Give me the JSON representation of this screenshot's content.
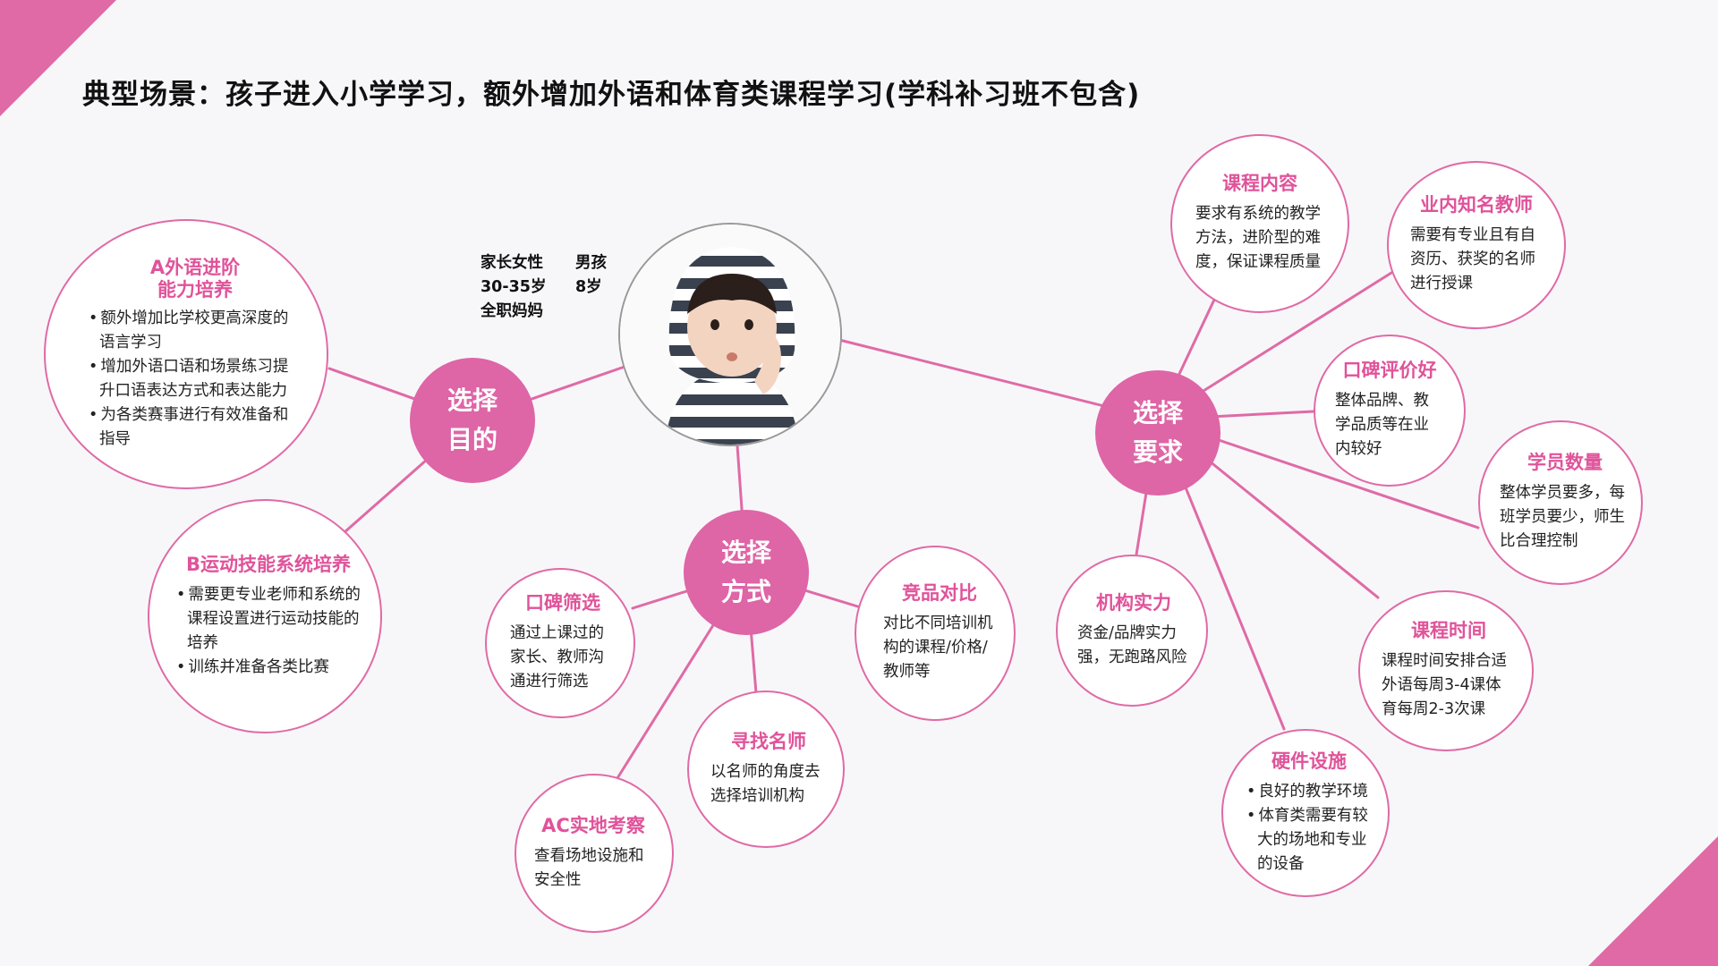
{
  "title": "典型场景：孩子进入小学学习，额外增加外语和体育类课程学习(学科补习班不包含)",
  "accent_color": "#de65a6",
  "persona": {
    "parent": [
      "家长女性",
      "30-35岁",
      "全职妈妈"
    ],
    "child": [
      "男孩",
      "8岁"
    ]
  },
  "hubs": {
    "purpose": [
      "选择",
      "目的"
    ],
    "method": [
      "选择",
      "方式"
    ],
    "requirement": [
      "选择",
      "要求"
    ]
  },
  "purpose_nodes": {
    "a": {
      "title": "A外语进阶\n能力培养",
      "items": [
        "额外增加比学校更高深度的语言学习",
        "增加外语口语和场景练习提升口语表达方式和表达能力",
        "为各类赛事进行有效准备和指导"
      ]
    },
    "b": {
      "title": "B运动技能系统培养",
      "items": [
        "需要更专业老师和系统的课程设置进行运动技能的培养",
        "训练并准备各类比赛"
      ]
    }
  },
  "method_nodes": {
    "word_of_mouth": {
      "title": "口碑筛选",
      "text": "通过上课过的家长、教师沟通进行筛选"
    },
    "find_teacher": {
      "title": "寻找名师",
      "text": "以名师的角度去选择培训机构"
    },
    "competitor": {
      "title": "竞品对比",
      "text": "对比不同培训机构的课程/价格/教师等"
    },
    "site_visit": {
      "title": "AC实地考察",
      "text": "查看场地设施和安全性"
    }
  },
  "requirement_nodes": {
    "content": {
      "title": "课程内容",
      "text": "要求有系统的教学方法，进阶型的难度，保证课程质量"
    },
    "teacher": {
      "title": "业内知名教师",
      "text": "需要有专业且有自资历、获奖的名师进行授课"
    },
    "reputation": {
      "title": "口碑评价好",
      "text": "整体品牌、教学品质等在业内较好"
    },
    "students": {
      "title": "学员数量",
      "text": "整体学员要多，每班学员要少，师生比合理控制"
    },
    "schedule": {
      "title": "课程时间",
      "text": "课程时间安排合适外语每周3-4课体育每周2-3次课"
    },
    "hardware": {
      "title": "硬件设施",
      "items": [
        "良好的教学环境",
        "体育类需要有较大的场地和专业的设备"
      ]
    },
    "strength": {
      "title": "机构实力",
      "text": "资金/品牌实力强，无跑路风险"
    }
  }
}
